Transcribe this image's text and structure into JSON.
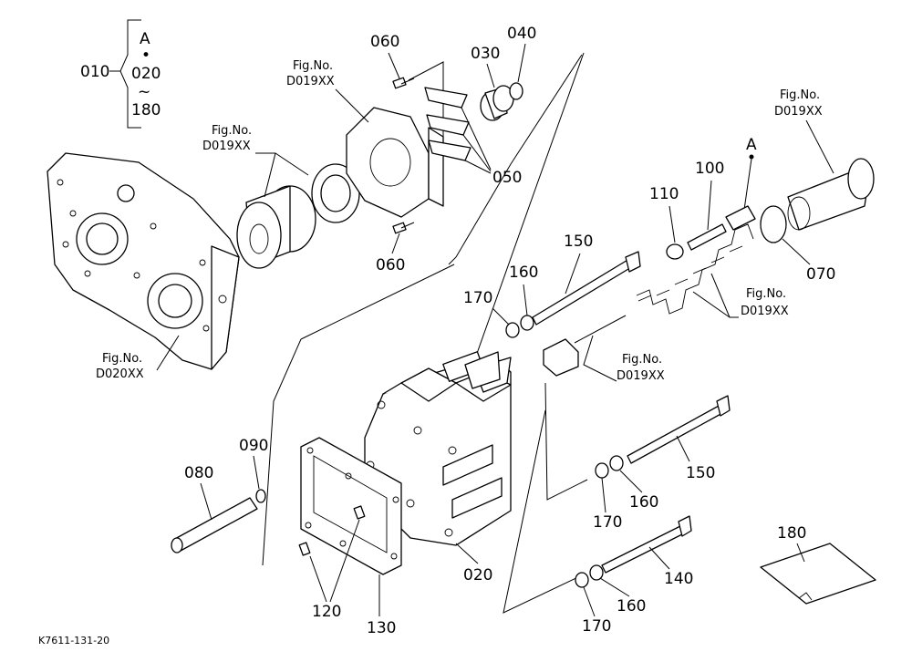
{
  "legend": {
    "group": "010",
    "top": "A",
    "dot": "•",
    "from": "020",
    "tilde": "~",
    "to": "180"
  },
  "fig_refs": {
    "prefix": "Fig.No.",
    "upper_housing": "D019XX",
    "bearing": "D019XX",
    "right_sleeve": "D019XX",
    "springs": "D019XX",
    "piston": "D019XX",
    "left_cover": "D020XX"
  },
  "callouts": {
    "c010": "010",
    "c020": "020",
    "c030": "030",
    "c040": "040",
    "c050": "050",
    "c060_top": "060",
    "c060_bottom": "060",
    "c070": "070",
    "c080": "080",
    "c090": "090",
    "c100": "100",
    "c110": "110",
    "c120": "120",
    "c130": "130",
    "c140": "140",
    "c150_top": "150",
    "c150_mid": "150",
    "c160_top": "160",
    "c160_mid": "160",
    "c160_bottom": "160",
    "c170_top": "170",
    "c170_mid": "170",
    "c170_bottom": "170",
    "c180": "180",
    "ref_a": "A"
  },
  "drawing_code": "K7611-131-20"
}
